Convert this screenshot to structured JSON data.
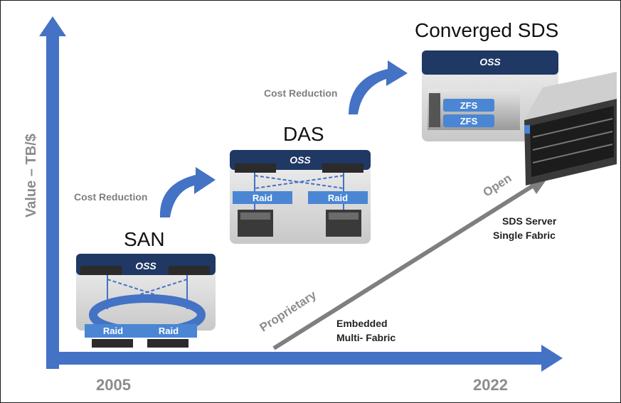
{
  "axes": {
    "y_label": "Value – TB/$",
    "x_start": "2005",
    "x_end": "2022"
  },
  "stages": [
    {
      "title": "SAN",
      "software": "OSS",
      "controllers": [
        "Raid",
        "Raid"
      ]
    },
    {
      "title": "DAS",
      "software": "OSS",
      "controllers": [
        "Raid",
        "Raid"
      ]
    },
    {
      "title": "Converged SDS",
      "software": "OSS",
      "controllers": [
        "ZFS",
        "ZFS"
      ]
    }
  ],
  "transitions": [
    "Cost Reduction",
    "Cost Reduction"
  ],
  "trend": {
    "start_label": "Proprietary",
    "end_label": "Open"
  },
  "notes": {
    "embedded": [
      "Embedded",
      "Multi- Fabric"
    ],
    "sds": [
      "SDS Server",
      "Single Fabric"
    ]
  },
  "colors": {
    "axis_blue": "#4472c4",
    "panel_navy": "#1f3864",
    "controller_blue": "#4a86d4",
    "trend_gray": "#7f7f7f"
  }
}
